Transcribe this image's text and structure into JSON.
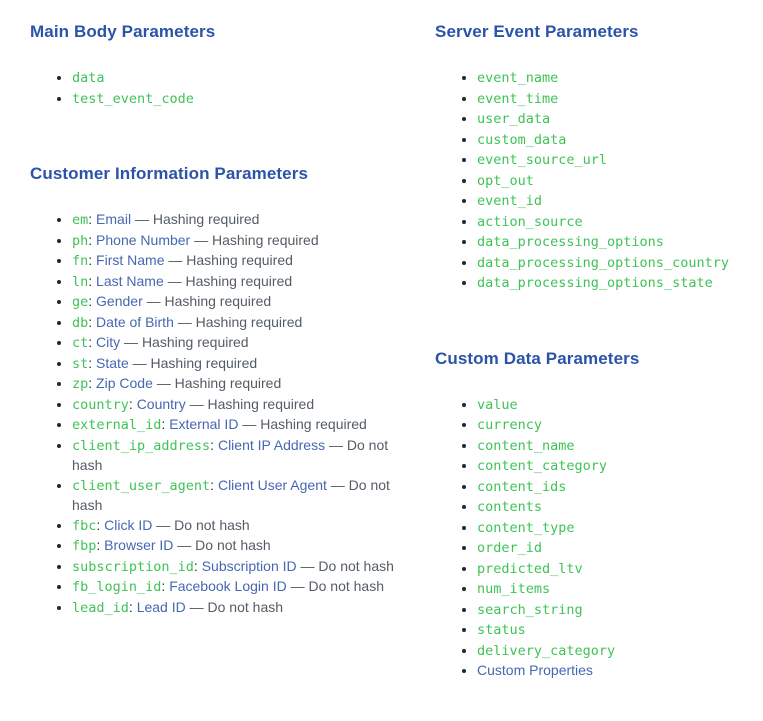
{
  "colors": {
    "heading_blue": "#2b54a9",
    "link_blue": "#4767b2",
    "code_green": "#3fc357",
    "text_dark": "#1c2b33",
    "note_gray": "#545c66",
    "background": "#ffffff"
  },
  "separator": ": ",
  "note_dash": "— ",
  "sections": [
    {
      "id": "main-body-parameters",
      "column": "left",
      "title": "Main Body Parameters",
      "items": [
        {
          "code": "data"
        },
        {
          "code": "test_event_code"
        }
      ]
    },
    {
      "id": "customer-information-parameters",
      "column": "left",
      "title": "Customer Information Parameters",
      "items": [
        {
          "code": "em",
          "link": "Email",
          "note": "Hashing required"
        },
        {
          "code": "ph",
          "link": "Phone Number",
          "note": "Hashing required"
        },
        {
          "code": "fn",
          "link": "First Name",
          "note": "Hashing required"
        },
        {
          "code": "ln",
          "link": "Last Name",
          "note": "Hashing required"
        },
        {
          "code": "ge",
          "link": "Gender",
          "note": "Hashing required"
        },
        {
          "code": "db",
          "link": "Date of Birth",
          "note": "Hashing required"
        },
        {
          "code": "ct",
          "link": "City",
          "note": "Hashing required"
        },
        {
          "code": "st",
          "link": "State",
          "note": "Hashing required"
        },
        {
          "code": "zp",
          "link": "Zip Code",
          "note": "Hashing required"
        },
        {
          "code": "country",
          "link": "Country",
          "note": "Hashing required"
        },
        {
          "code": "external_id",
          "link": "External ID",
          "note": "Hashing required"
        },
        {
          "code": "client_ip_address",
          "link": "Client IP Address",
          "note": "Do not hash"
        },
        {
          "code": "client_user_agent",
          "link": "Client User Agent",
          "note": "Do not hash"
        },
        {
          "code": "fbc",
          "link": "Click ID",
          "note": "Do not hash"
        },
        {
          "code": "fbp",
          "link": "Browser ID",
          "note": "Do not hash"
        },
        {
          "code": "subscription_id",
          "link": "Subscription ID",
          "note": "Do not hash"
        },
        {
          "code": "fb_login_id",
          "link": "Facebook Login ID",
          "note": "Do not hash"
        },
        {
          "code": "lead_id",
          "link": "Lead ID",
          "note": "Do not hash"
        }
      ]
    },
    {
      "id": "server-event-parameters",
      "column": "right",
      "title": "Server Event Parameters",
      "items": [
        {
          "code": "event_name"
        },
        {
          "code": "event_time"
        },
        {
          "code": "user_data"
        },
        {
          "code": "custom_data"
        },
        {
          "code": "event_source_url"
        },
        {
          "code": "opt_out"
        },
        {
          "code": "event_id"
        },
        {
          "code": "action_source"
        },
        {
          "code": "data_processing_options"
        },
        {
          "code": "data_processing_options_country"
        },
        {
          "code": "data_processing_options_state"
        }
      ]
    },
    {
      "id": "custom-data-parameters",
      "column": "right",
      "title": "Custom Data Parameters",
      "items": [
        {
          "code": "value"
        },
        {
          "code": "currency"
        },
        {
          "code": "content_name"
        },
        {
          "code": "content_category"
        },
        {
          "code": "content_ids"
        },
        {
          "code": "contents"
        },
        {
          "code": "content_type"
        },
        {
          "code": "order_id"
        },
        {
          "code": "predicted_ltv"
        },
        {
          "code": "num_items"
        },
        {
          "code": "search_string"
        },
        {
          "code": "status"
        },
        {
          "code": "delivery_category"
        },
        {
          "link": "Custom Properties"
        }
      ]
    }
  ]
}
